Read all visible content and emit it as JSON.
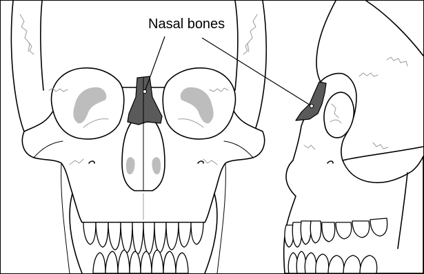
{
  "annotation": {
    "label": "Nasal bones"
  },
  "colors": {
    "background": "#ffffff",
    "outline": "#000000",
    "nasal_bone_fill": "#5a5a5a",
    "orbit_detail_gray": "#bdbdbd",
    "suture_gray": "#9a9a9a"
  },
  "views": [
    "frontal-skull",
    "lateral-skull"
  ]
}
